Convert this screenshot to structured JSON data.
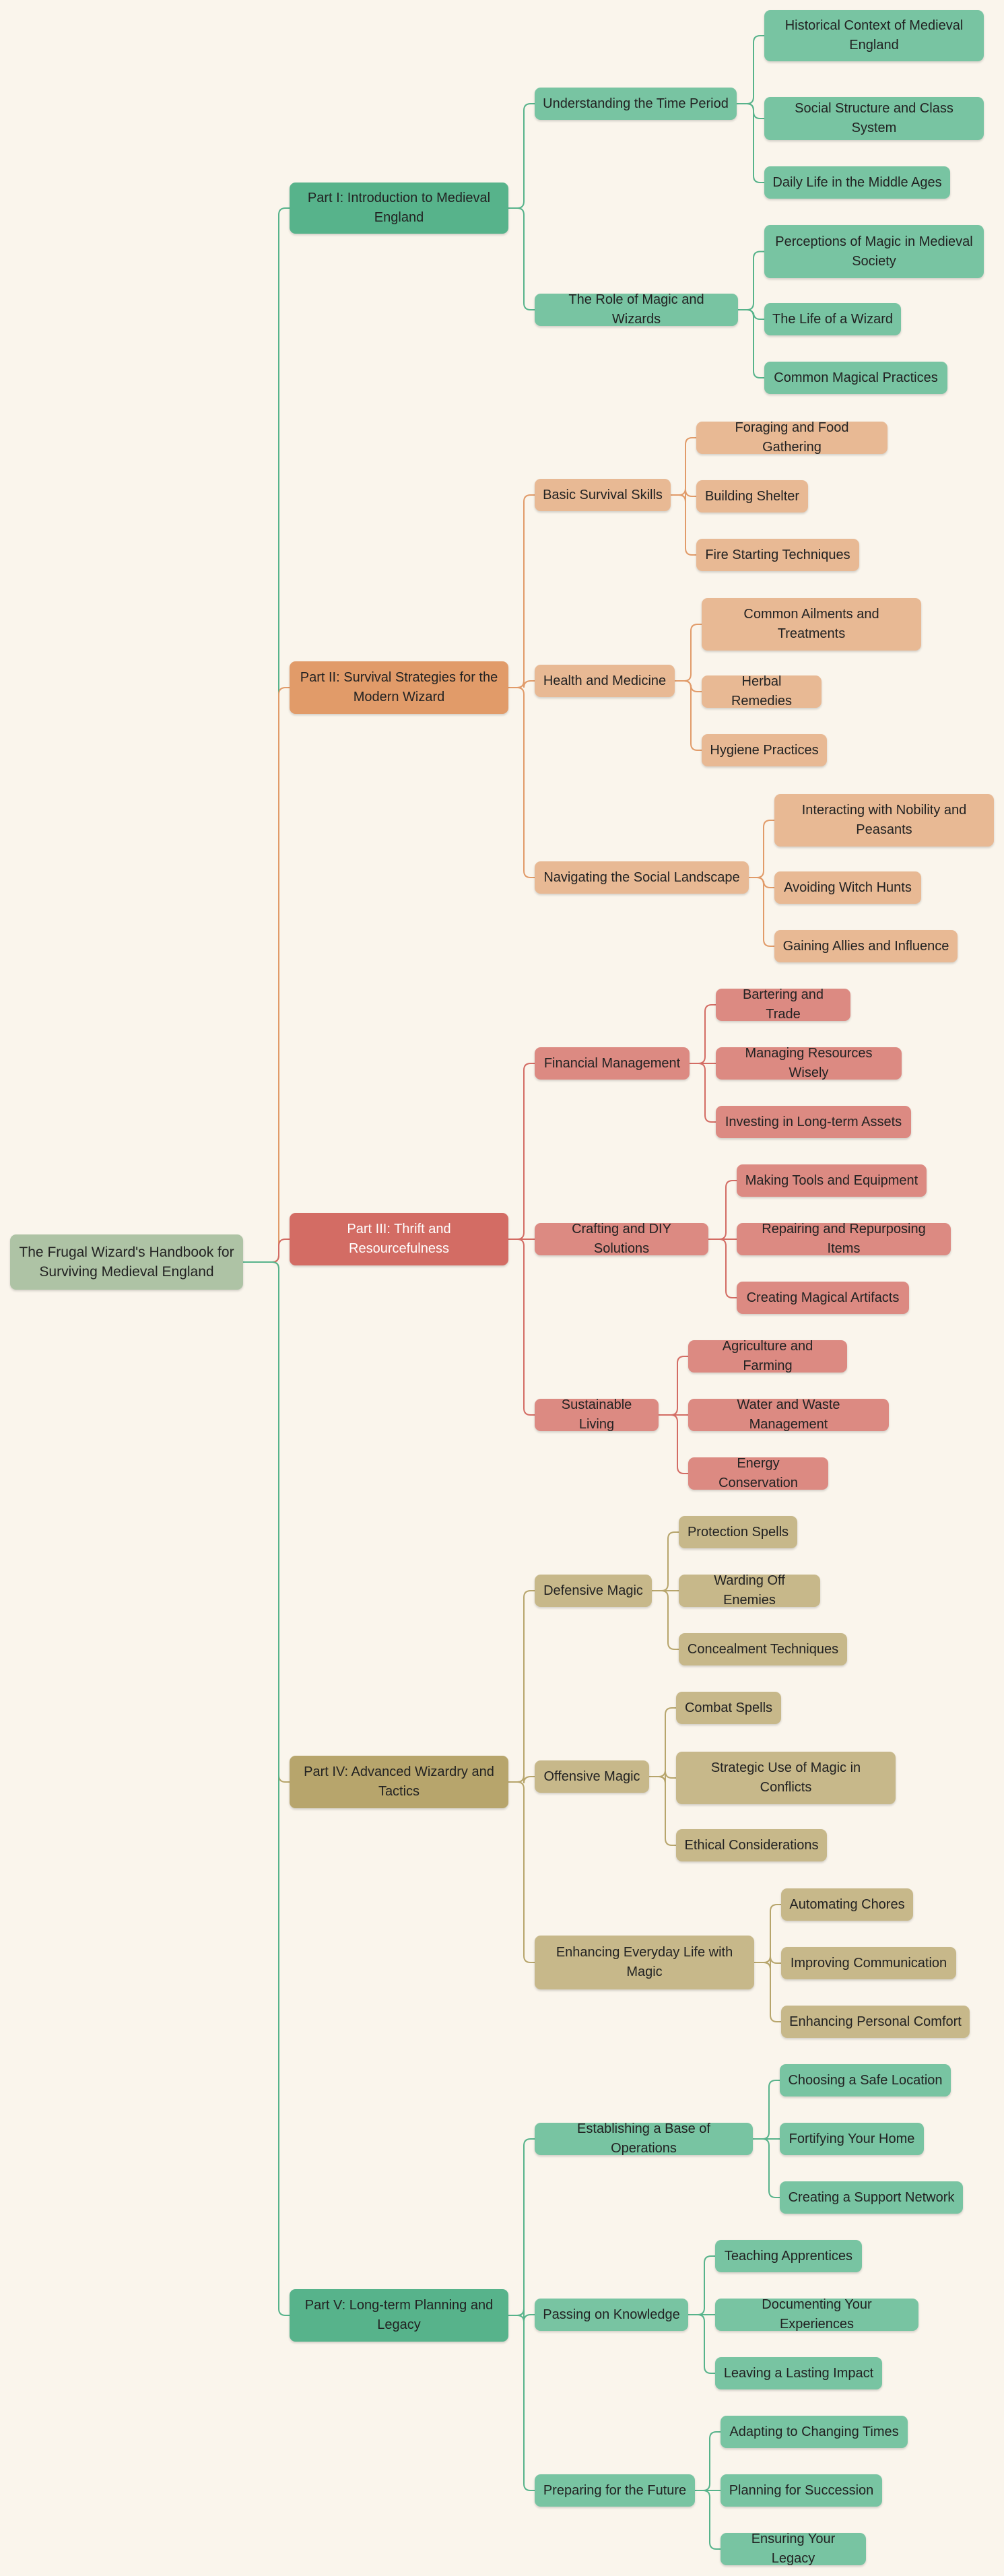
{
  "root": {
    "label": "The Frugal Wizard's Handbook for Surviving Medieval England"
  },
  "colors": {
    "background": "#faf5ec",
    "root": "#aec3a5",
    "green": "#57b38b",
    "green_light": "#78c4a2",
    "orange": "#e19b69",
    "orange_light": "#e8b994",
    "red": "#d36c64",
    "red_light": "#dc8a82",
    "olive": "#b7a56c",
    "olive_light": "#c7b88a"
  },
  "parts": [
    {
      "label": "Part I: Introduction to Medieval England",
      "sections": [
        {
          "label": "Understanding the Time Period",
          "topics": [
            "Historical Context of Medieval England",
            "Social Structure and Class System",
            "Daily Life in the Middle Ages"
          ]
        },
        {
          "label": "The Role of Magic and Wizards",
          "topics": [
            "Perceptions of Magic in Medieval Society",
            "The Life of a Wizard",
            "Common Magical Practices"
          ]
        }
      ]
    },
    {
      "label": "Part II: Survival Strategies for the Modern Wizard",
      "sections": [
        {
          "label": "Basic Survival Skills",
          "topics": [
            "Foraging and Food Gathering",
            "Building Shelter",
            "Fire Starting Techniques"
          ]
        },
        {
          "label": "Health and Medicine",
          "topics": [
            "Common Ailments and Treatments",
            "Herbal Remedies",
            "Hygiene Practices"
          ]
        },
        {
          "label": "Navigating the Social Landscape",
          "topics": [
            "Interacting with Nobility and Peasants",
            "Avoiding Witch Hunts",
            "Gaining Allies and Influence"
          ]
        }
      ]
    },
    {
      "label": "Part III: Thrift and Resourcefulness",
      "sections": [
        {
          "label": "Financial Management",
          "topics": [
            "Bartering and Trade",
            "Managing Resources Wisely",
            "Investing in Long-term Assets"
          ]
        },
        {
          "label": "Crafting and DIY Solutions",
          "topics": [
            "Making Tools and Equipment",
            "Repairing and Repurposing Items",
            "Creating Magical Artifacts"
          ]
        },
        {
          "label": "Sustainable Living",
          "topics": [
            "Agriculture and Farming",
            "Water and Waste Management",
            "Energy Conservation"
          ]
        }
      ]
    },
    {
      "label": "Part IV: Advanced Wizardry and Tactics",
      "sections": [
        {
          "label": "Defensive Magic",
          "topics": [
            "Protection Spells",
            "Warding Off Enemies",
            "Concealment Techniques"
          ]
        },
        {
          "label": "Offensive Magic",
          "topics": [
            "Combat Spells",
            "Strategic Use of Magic in Conflicts",
            "Ethical Considerations"
          ]
        },
        {
          "label": "Enhancing Everyday Life with Magic",
          "topics": [
            "Automating Chores",
            "Improving Communication",
            "Enhancing Personal Comfort"
          ]
        }
      ]
    },
    {
      "label": "Part V: Long-term Planning and Legacy",
      "sections": [
        {
          "label": "Establishing a Base of Operations",
          "topics": [
            "Choosing a Safe Location",
            "Fortifying Your Home",
            "Creating a Support Network"
          ]
        },
        {
          "label": "Passing on Knowledge",
          "topics": [
            "Teaching Apprentices",
            "Documenting Your Experiences",
            "Leaving a Lasting Impact"
          ]
        },
        {
          "label": "Preparing for the Future",
          "topics": [
            "Adapting to Changing Times",
            "Planning for Succession",
            "Ensuring Your Legacy"
          ]
        }
      ]
    }
  ]
}
